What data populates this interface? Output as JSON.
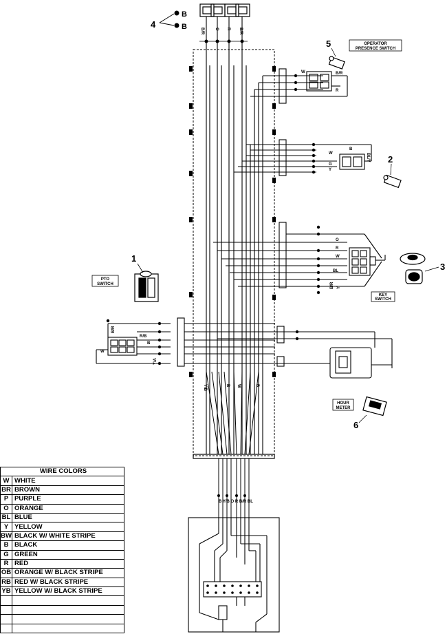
{
  "callouts": {
    "c1": "1",
    "c2": "2",
    "c3": "3",
    "c4": "4",
    "c5": "5",
    "c6": "6"
  },
  "labels": {
    "operator_presence_line1": "OPERATOR",
    "operator_presence_line2": "PRESENCE SWITCH",
    "pto_line1": "PTO",
    "pto_line2": "SWITCH",
    "key_line1": "KEY",
    "key_line2": "SWITCH",
    "hour_line1": "HOUR",
    "hour_line2": "METER",
    "b_top": "B",
    "b_bottom": "B"
  },
  "wire_codes": {
    "top_left_1": "B/R",
    "top_left_2": "O",
    "top_left_3": "R",
    "top_left_4": "B/R",
    "osw_a": "W",
    "osw_b": "B/R",
    "osw_c": "R",
    "s2_a": "W",
    "s2_b": "B",
    "s2_c": "BL/Y",
    "s2_d": "G",
    "s2_e": "Y",
    "key_a": "O",
    "key_b": "R",
    "key_c": "W",
    "key_d": "BL",
    "key_e": "B/R",
    "key_f": "Y",
    "pto_a": "B/R",
    "pto_b": "R/B",
    "pto_c": "B",
    "pto_d": "Y/A",
    "pto_e": "W",
    "harness_yb": "Y/B",
    "harness_b": "B",
    "harness_w": "W",
    "harness_br": "B",
    "bottom_codes": "B  Y/B  O  R  B/R  BL"
  },
  "wire_colors": {
    "title": "WIRE COLORS",
    "rows": [
      {
        "code": "W",
        "name": "WHITE"
      },
      {
        "code": "BR",
        "name": "BROWN"
      },
      {
        "code": "P",
        "name": "PURPLE"
      },
      {
        "code": "O",
        "name": "ORANGE"
      },
      {
        "code": "BL",
        "name": "BLUE"
      },
      {
        "code": "Y",
        "name": "YELLOW"
      },
      {
        "code": "BW",
        "name": "BLACK W/ WHITE STRIPE"
      },
      {
        "code": "B",
        "name": "BLACK"
      },
      {
        "code": "G",
        "name": "GREEN"
      },
      {
        "code": "R",
        "name": "RED"
      },
      {
        "code": "OB",
        "name": "ORANGE W/ BLACK STRIPE"
      },
      {
        "code": "RB",
        "name": "RED W/ BLACK STRIPE"
      },
      {
        "code": "YB",
        "name": "YELLOW W/ BLACK STRIPE"
      },
      {
        "code": "",
        "name": ""
      },
      {
        "code": "",
        "name": ""
      },
      {
        "code": "",
        "name": ""
      },
      {
        "code": "",
        "name": ""
      }
    ]
  }
}
